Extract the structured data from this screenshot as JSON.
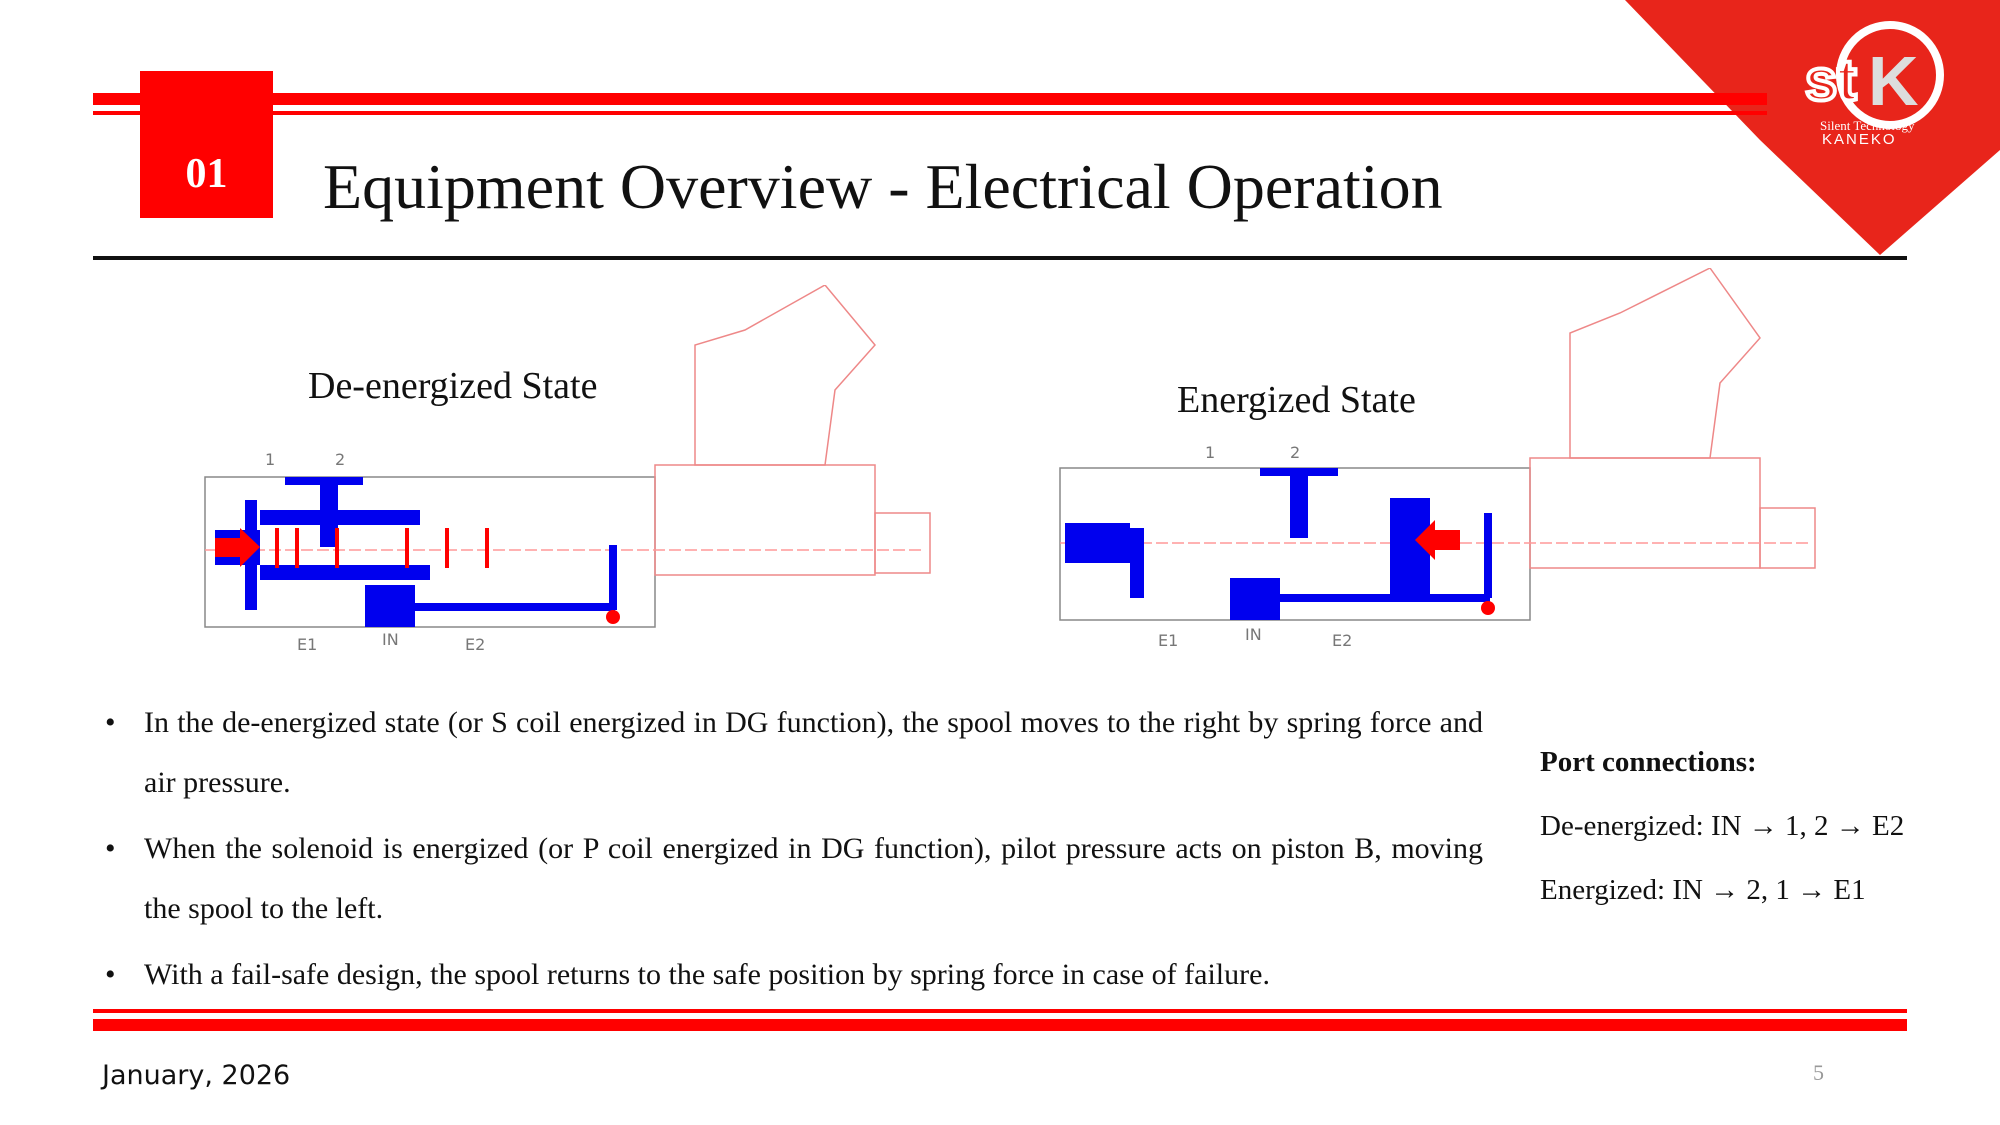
{
  "header": {
    "section_number": "01",
    "title": "Equipment Overview - Electrical Operation"
  },
  "logo": {
    "text": "stK",
    "tagline": "Silent Technology",
    "company": "KANEKO"
  },
  "diagrams": [
    {
      "label": "De-energized State",
      "ports": [
        "1",
        "2",
        "E1",
        "IN",
        "E2"
      ]
    },
    {
      "label": "Energized State",
      "ports": [
        "1",
        "2",
        "E1",
        "IN",
        "E2"
      ]
    }
  ],
  "bullets": [
    "In the de-energized state (or S coil energized in DG function), the spool moves to the right by spring force and air pressure.",
    "When the solenoid is energized (or P coil energized in DG function), pilot pressure acts on piston B, moving the spool to the left.",
    "With a fail-safe design, the spool returns to the safe position by spring force in case of failure."
  ],
  "port_connections": {
    "heading": "Port connections:",
    "de_energized": "De-energized: IN → 1, 2 → E2",
    "energized": "Energized: IN → 2, 1 → E1"
  },
  "footer": {
    "date": "January, 2026",
    "page": "5"
  },
  "colors": {
    "accent": "#ff0000",
    "flow": "#0000ee"
  }
}
